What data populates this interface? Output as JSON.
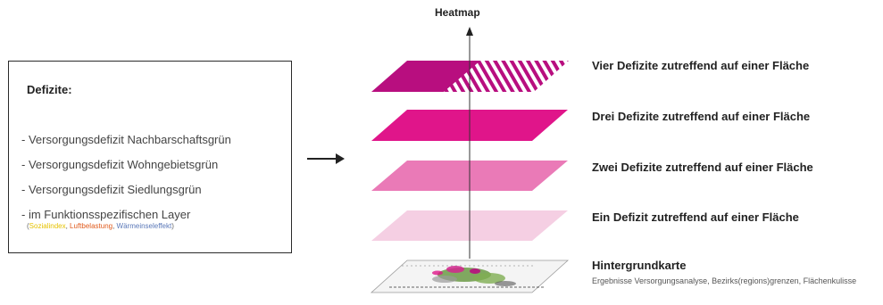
{
  "deficits": {
    "title": "Defizite:",
    "items": [
      "- Versorgungsdefizit Nachbarschaftsgrün",
      "- Versorgungsdefizit Wohngebietsgrün",
      "- Versorgungsdefizit Siedlungsgrün",
      "- im Funktionsspezifischen Layer"
    ],
    "sub_items": [
      {
        "text": "Sozialindex",
        "color": "#e6c200"
      },
      {
        "text": "Luftbelastung",
        "color": "#e05a1c"
      },
      {
        "text": "Wärmeinseleffekt",
        "color": "#5a78b8"
      }
    ]
  },
  "stack": {
    "heatmap_label": "Heatmap",
    "layers": [
      {
        "label": "Vier Defizite zutreffend auf einer Fläche",
        "color": "#b80e7f"
      },
      {
        "label": "Drei Defizite zutreffend auf einer Fläche",
        "color": "#e0158a"
      },
      {
        "label": "Zwei Defizite zutreffend auf einer Fläche",
        "color": "#ea7ab7"
      },
      {
        "label": "Ein Defizit zutreffend auf einer Fläche",
        "color": "#f5cfe3"
      }
    ],
    "basemap": {
      "title": "Hintergrundkarte",
      "description": "Ergebnisse Versorgungsanalyse, Bezirks(regions)grenzen, Flächenkulisse"
    }
  }
}
